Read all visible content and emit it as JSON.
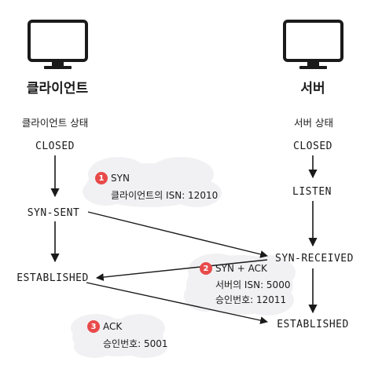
{
  "client": {
    "title": "클라이언트",
    "state_label": "클라이언트 상태",
    "states": [
      "CLOSED",
      "SYN-SENT",
      "ESTABLISHED"
    ]
  },
  "server": {
    "title": "서버",
    "state_label": "서버 상태",
    "states": [
      "CLOSED",
      "LISTEN",
      "SYN-RECEIVED",
      "ESTABLISHED"
    ]
  },
  "messages": [
    {
      "step": "1",
      "label": "SYN",
      "details": [
        "클라이언트의 ISN: 12010"
      ]
    },
    {
      "step": "2",
      "label": "SYN + ACK",
      "details": [
        "서버의 ISN: 5000",
        "승인번호: 12011"
      ]
    },
    {
      "step": "3",
      "label": "ACK",
      "details": [
        "승인번호: 5001"
      ]
    }
  ],
  "colors": {
    "badge": "#e84a4a",
    "cloud": "#f1f1f3",
    "ink": "#1a1a1a"
  },
  "icons": [
    "monitor-icon",
    "monitor-icon"
  ]
}
